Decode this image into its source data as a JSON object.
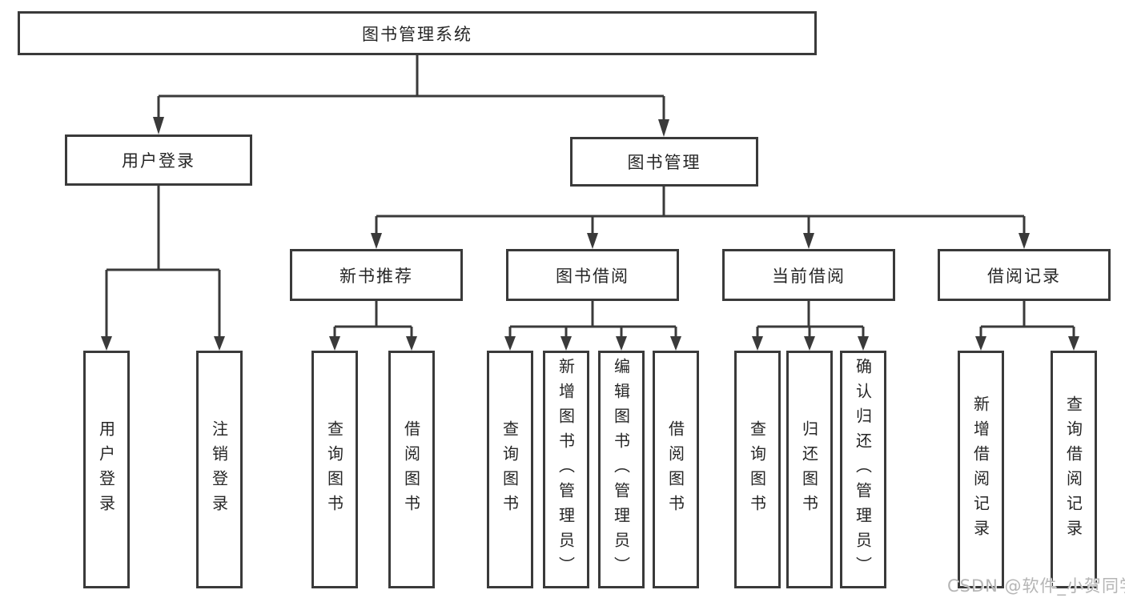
{
  "tree": {
    "label": "图书管理系统",
    "children": [
      {
        "label": "用户登录",
        "children": [
          {
            "label": "用户登录"
          },
          {
            "label": "注销登录"
          }
        ]
      },
      {
        "label": "图书管理",
        "children": [
          {
            "label": "新书推荐",
            "children": [
              {
                "label": "查询图书"
              },
              {
                "label": "借阅图书"
              }
            ]
          },
          {
            "label": "图书借阅",
            "children": [
              {
                "label": "查询图书"
              },
              {
                "label": "新增图书（管理员）"
              },
              {
                "label": "编辑图书（管理员）"
              },
              {
                "label": "借阅图书"
              }
            ]
          },
          {
            "label": "当前借阅",
            "children": [
              {
                "label": "查询图书"
              },
              {
                "label": "归还图书"
              },
              {
                "label": "确认归还（管理员）"
              }
            ]
          },
          {
            "label": "借阅记录",
            "children": [
              {
                "label": "新增借阅记录"
              },
              {
                "label": "查询借阅记录"
              }
            ]
          }
        ]
      }
    ]
  },
  "watermark": {
    "text": "CSDN @软件_小贺同学"
  },
  "colors": {
    "line": "#3a3a3a",
    "text": "#262626",
    "box_fill": "#ffffff",
    "watermark": "#b5b5b5",
    "background": "#ffffff"
  }
}
